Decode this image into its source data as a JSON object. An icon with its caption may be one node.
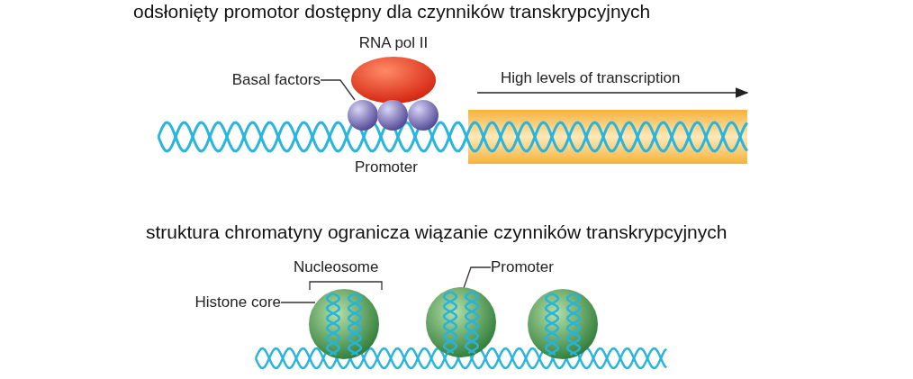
{
  "diagram": {
    "nodes": [
      {
        "text": [
          "RNA pol II"
        ]
      },
      {
        "text": [
          "Basal factors"
        ]
      },
      {
        "text": [],
        "shape": "circle"
      },
      {
        "text": [
          "Histone core"
        ]
      },
      {
        "text": [],
        "shape": "circle"
      },
      {
        "text": [
          "Promoter"
        ]
      },
      {
        "text": [],
        "shape": "circle"
      },
      {
        "text": [],
        "shape": "circle"
      }
    ],
    "edges": [
      {
        "from": 1,
        "to": 2,
        "arrow": "none"
      },
      {
        "from": 3,
        "to": 4,
        "arrow": "none"
      },
      {
        "from": 5,
        "to": 6,
        "arrow": "none"
      }
    ],
    "labels": [
      "odsłonięty promotor dostępny dla czynników transkrypcyjnych",
      "High levels of transcription",
      "Promoter",
      "struktura chromatyny ogranicza wiązanie czynników transkrypcyjnych",
      "Nucleosome"
    ]
  }
}
